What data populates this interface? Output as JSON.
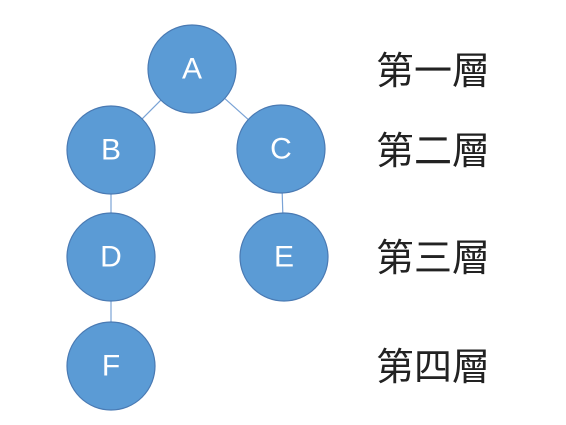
{
  "colors": {
    "node_fill": "#5b9bd5",
    "node_stroke": "#4a7ab3",
    "edge": "#7aa3d6",
    "label_text": "#ffffff",
    "level_text": "#222222"
  },
  "tree": {
    "nodes": [
      {
        "id": "A",
        "label": "A",
        "level": 1
      },
      {
        "id": "B",
        "label": "B",
        "level": 2
      },
      {
        "id": "C",
        "label": "C",
        "level": 2
      },
      {
        "id": "D",
        "label": "D",
        "level": 3
      },
      {
        "id": "E",
        "label": "E",
        "level": 3
      },
      {
        "id": "F",
        "label": "F",
        "level": 4
      }
    ],
    "edges": [
      {
        "from": "A",
        "to": "B"
      },
      {
        "from": "A",
        "to": "C"
      },
      {
        "from": "B",
        "to": "D"
      },
      {
        "from": "C",
        "to": "E"
      },
      {
        "from": "D",
        "to": "F"
      }
    ]
  },
  "levels": [
    "第一層",
    "第二層",
    "第三層",
    "第四層"
  ]
}
